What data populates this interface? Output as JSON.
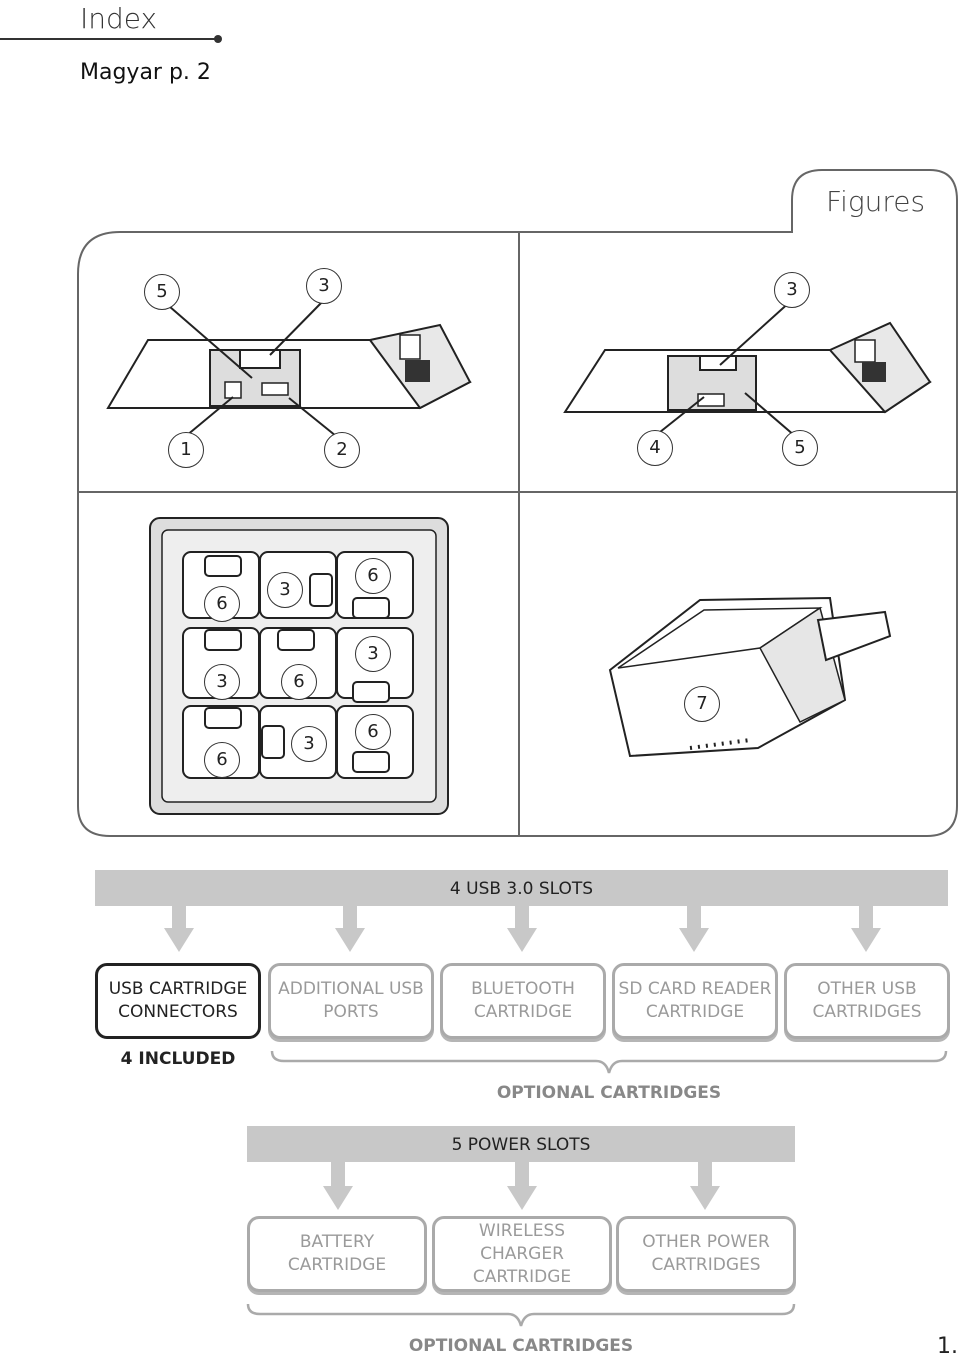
{
  "header": {
    "section_title": "Index",
    "language_link": "Magyar p. 2"
  },
  "figures": {
    "title": "Figures",
    "top_left_callouts": [
      "5",
      "3",
      "1",
      "2"
    ],
    "top_right_callouts": [
      "3",
      "4",
      "5"
    ],
    "bottom_left_callouts": [
      "6",
      "3",
      "6",
      "3",
      "6",
      "3",
      "6",
      "3",
      "6"
    ],
    "bottom_right_callouts": [
      "7"
    ]
  },
  "usb_section": {
    "banner": "4 USB 3.0 SLOTS",
    "boxes": [
      {
        "line1": "USB CARTRIDGE",
        "line2": "CONNECTORS"
      },
      {
        "line1": "ADDITIONAL USB",
        "line2": "PORTS"
      },
      {
        "line1": "BLUETOOTH",
        "line2": "CARTRIDGE"
      },
      {
        "line1": "SD CARD READER",
        "line2": "CARTRIDGE"
      },
      {
        "line1": "OTHER USB",
        "line2": "CARTRIDGES"
      }
    ],
    "included_label": "4 INCLUDED",
    "optional_label": "OPTIONAL CARTRIDGES"
  },
  "power_section": {
    "banner": "5 POWER SLOTS",
    "boxes": [
      {
        "line1": "BATTERY CARTRIDGE",
        "line2": ""
      },
      {
        "line1": "WIRELESS CHARGER",
        "line2": "CARTRIDGE"
      },
      {
        "line1": "OTHER POWER",
        "line2": "CARTRIDGES"
      }
    ],
    "optional_label": "OPTIONAL CARTRIDGES"
  },
  "page_number": "1."
}
